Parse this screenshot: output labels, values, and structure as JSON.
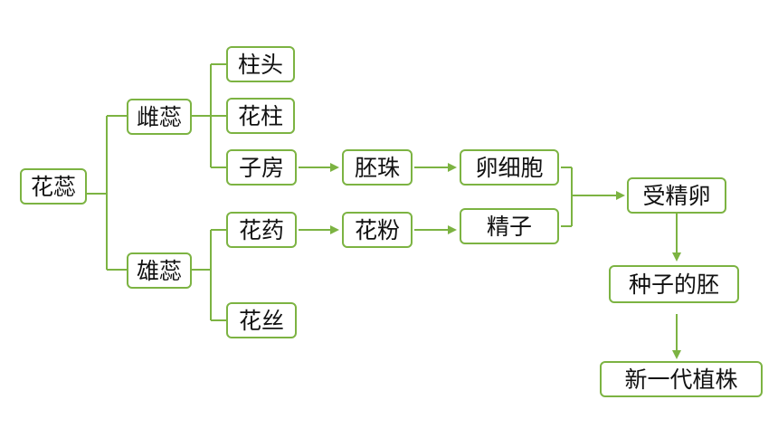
{
  "nodes": {
    "flower_stamen_root": "花蕊",
    "pistil": "雌蕊",
    "stamen": "雄蕊",
    "stigma": "柱头",
    "style": "花柱",
    "ovary": "子房",
    "anther": "花药",
    "filament": "花丝",
    "ovule": "胚珠",
    "pollen": "花粉",
    "egg_cell": "卵细胞",
    "sperm": "精子",
    "zygote": "受精卵",
    "seed_embryo": "种子的胚",
    "new_plant": "新一代植株"
  },
  "colors": {
    "accent": "#7cb342",
    "text": "#111111",
    "background": "#ffffff"
  }
}
